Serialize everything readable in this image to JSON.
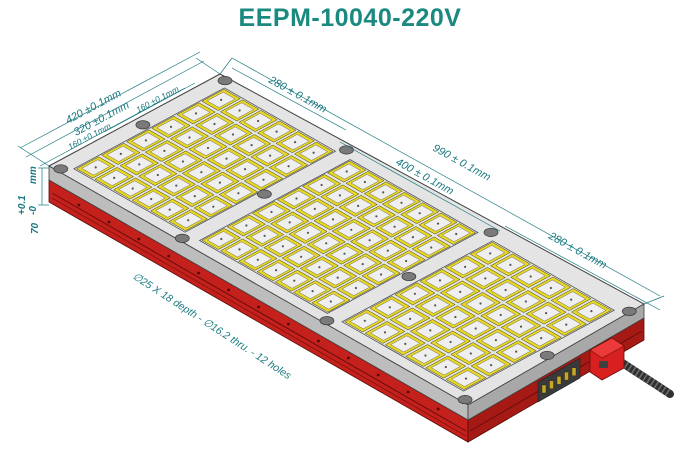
{
  "title": "EEPM-10040-220V",
  "colors": {
    "title": "#1a8a80",
    "dimension": "#1a7a80",
    "plate_top": "#e4e4e4",
    "pole_face": "#efefef",
    "winding": "#e8d824",
    "body_red": "#c4201c",
    "body_dark_red": "#8e1410",
    "bolt_head": "#7a7a7a",
    "connector": "#d82020",
    "cable": "#303030"
  },
  "dimensions": {
    "d420": "420 ±0.1mm",
    "d320": "320 ±0.1mm",
    "d160a": "160 ±0.1mm",
    "d160b": "160 ±0.1mm",
    "d280a": "280 ± 0.1mm",
    "d990": "990 ± 0.1mm",
    "d400": "400 ± 0.1mm",
    "d280b": "280 ± 0.1mm",
    "height_top": "+0.1",
    "height_mid": "-0",
    "height_unit": "mm",
    "height_base": "70"
  },
  "notes": {
    "holes": "∅25 X 18 depth  -  ∅16.2 thru. - 12  holes"
  },
  "icons": {
    "bolt": "bolt-head-icon",
    "connector": "power-connector-icon",
    "cable": "power-cable-icon"
  }
}
